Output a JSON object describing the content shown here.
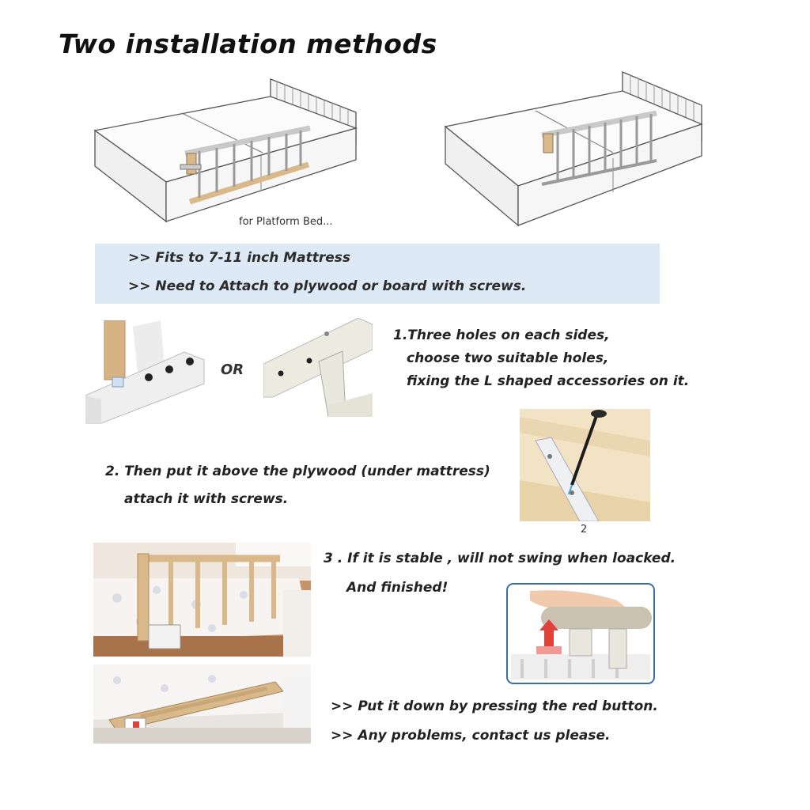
{
  "title": "Two installation methods",
  "bed_caption": "for Platform Bed...",
  "notes": {
    "line1": ">> Fits to 7-11 inch Mattress",
    "line2": ">> Need to Attach to plywood or board with screws."
  },
  "or_label": "OR",
  "step1": {
    "line1": "1.Three holes on each sides,",
    "line2": "choose two suitable holes,",
    "line3": "fixing the L shaped accessories on it."
  },
  "step2": {
    "line1": "2. Then put it above the plywood (under mattress)",
    "line2": "attach it with screws.",
    "photo_label": "2"
  },
  "step3": {
    "line1": "3 . If it is stable , will not swing when loacked.",
    "line2": "And finished!"
  },
  "tips": {
    "line1": ">> Put it down by pressing the red button.",
    "line2": ">> Any problems, contact us please."
  },
  "colors": {
    "band": "#ddeaf6",
    "wood": "#d9b98a",
    "button_red": "#e0413a"
  }
}
